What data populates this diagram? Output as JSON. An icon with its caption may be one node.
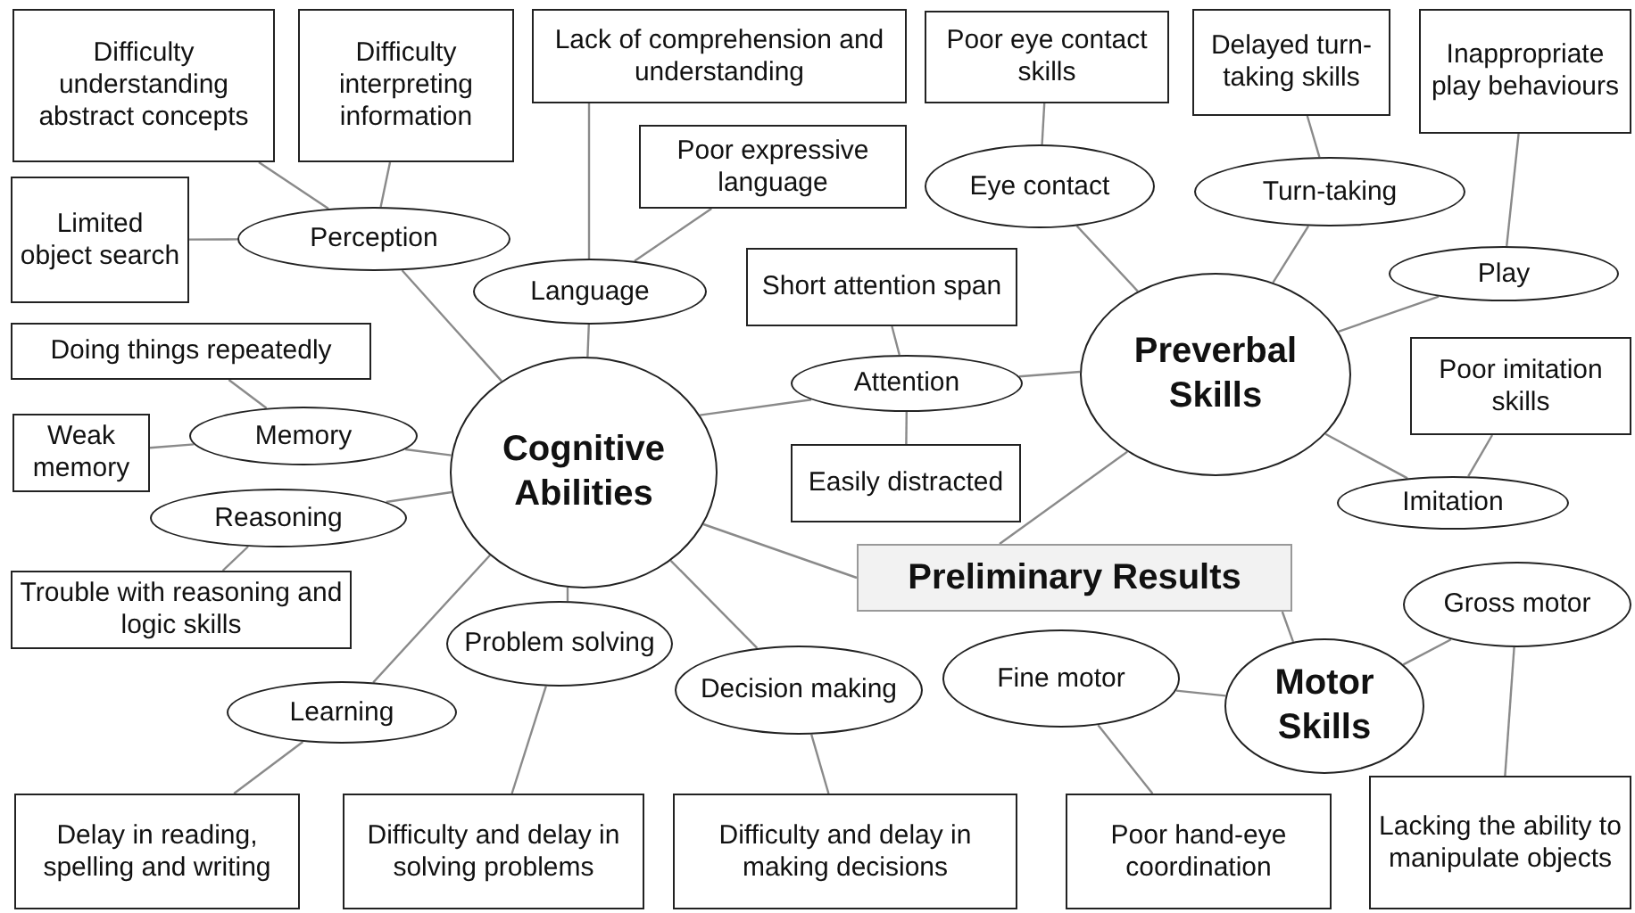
{
  "diagram": {
    "nodes": [
      {
        "text": [
          "Preliminary Results"
        ]
      },
      {
        "text": [
          "Cognitive Abilities"
        ]
      },
      {
        "text": [
          "Preverbal Skills"
        ]
      },
      {
        "text": [
          "Motor Skills"
        ]
      },
      {
        "text": [
          "Perception"
        ]
      },
      {
        "text": [
          "Difficulty understanding abstract concepts"
        ]
      },
      {
        "text": [
          "Difficulty interpreting information"
        ]
      },
      {
        "text": [
          "Limited object search"
        ]
      },
      {
        "text": [
          "Language"
        ]
      },
      {
        "text": [
          "Lack of comprehension and understanding"
        ]
      },
      {
        "text": [
          "Poor expressive language"
        ]
      },
      {
        "text": [
          "Memory"
        ]
      },
      {
        "text": [
          "Doing things repeatedly"
        ]
      },
      {
        "text": [
          "Weak memory"
        ]
      },
      {
        "text": [
          "Reasoning"
        ]
      },
      {
        "text": [
          "Trouble with reasoning and logic skills"
        ]
      },
      {
        "text": [
          "Attention"
        ]
      },
      {
        "text": [
          "Short attention span"
        ]
      },
      {
        "text": [
          "Easily distracted"
        ]
      },
      {
        "text": [
          "Problem solving"
        ]
      },
      {
        "text": [
          "Difficulty and delay in solving problems"
        ]
      },
      {
        "text": [
          "Learning"
        ]
      },
      {
        "text": [
          "Delay in reading, spelling and writing"
        ]
      },
      {
        "text": [
          "Decision making"
        ]
      },
      {
        "text": [
          "Difficulty and delay in making decisions"
        ]
      },
      {
        "text": [
          "Eye contact"
        ]
      },
      {
        "text": [
          "Poor eye contact skills"
        ]
      },
      {
        "text": [
          "Turn-taking"
        ]
      },
      {
        "text": [
          "Delayed turn-taking skills"
        ]
      },
      {
        "text": [
          "Play"
        ]
      },
      {
        "text": [
          "Inappropriate play behaviours"
        ]
      },
      {
        "text": [
          "Imitation"
        ]
      },
      {
        "text": [
          "Poor imitation skills"
        ]
      },
      {
        "text": [
          "Fine motor"
        ]
      },
      {
        "text": [
          "Poor hand-eye coordination"
        ]
      },
      {
        "text": [
          "Gross motor"
        ]
      },
      {
        "text": [
          "Lacking the ability to manipulate objects"
        ]
      }
    ],
    "edges": [
      {
        "from": 1,
        "to": 0,
        "arrow": "none"
      },
      {
        "from": 0,
        "to": 2,
        "arrow": "none"
      },
      {
        "from": 0,
        "to": 3,
        "arrow": "none"
      },
      {
        "from": 1,
        "to": 4,
        "arrow": "none"
      },
      {
        "from": 4,
        "to": 5,
        "arrow": "none"
      },
      {
        "from": 4,
        "to": 6,
        "arrow": "none"
      },
      {
        "from": 4,
        "to": 7,
        "arrow": "none"
      },
      {
        "from": 1,
        "to": 8,
        "arrow": "none"
      },
      {
        "from": 8,
        "to": 9,
        "arrow": "none"
      },
      {
        "from": 8,
        "to": 10,
        "arrow": "none"
      },
      {
        "from": 1,
        "to": 11,
        "arrow": "none"
      },
      {
        "from": 11,
        "to": 12,
        "arrow": "none"
      },
      {
        "from": 11,
        "to": 13,
        "arrow": "none"
      },
      {
        "from": 1,
        "to": 14,
        "arrow": "none"
      },
      {
        "from": 14,
        "to": 15,
        "arrow": "none"
      },
      {
        "from": 1,
        "to": 16,
        "arrow": "none"
      },
      {
        "from": 2,
        "to": 16,
        "arrow": "none"
      },
      {
        "from": 16,
        "to": 17,
        "arrow": "none"
      },
      {
        "from": 16,
        "to": 18,
        "arrow": "none"
      },
      {
        "from": 1,
        "to": 19,
        "arrow": "none"
      },
      {
        "from": 19,
        "to": 20,
        "arrow": "none"
      },
      {
        "from": 1,
        "to": 21,
        "arrow": "none"
      },
      {
        "from": 21,
        "to": 22,
        "arrow": "none"
      },
      {
        "from": 1,
        "to": 23,
        "arrow": "none"
      },
      {
        "from": 23,
        "to": 24,
        "arrow": "none"
      },
      {
        "from": 2,
        "to": 25,
        "arrow": "none"
      },
      {
        "from": 25,
        "to": 26,
        "arrow": "none"
      },
      {
        "from": 2,
        "to": 27,
        "arrow": "none"
      },
      {
        "from": 27,
        "to": 28,
        "arrow": "none"
      },
      {
        "from": 2,
        "to": 29,
        "arrow": "none"
      },
      {
        "from": 29,
        "to": 30,
        "arrow": "none"
      },
      {
        "from": 2,
        "to": 31,
        "arrow": "none"
      },
      {
        "from": 31,
        "to": 32,
        "arrow": "none"
      },
      {
        "from": 3,
        "to": 33,
        "arrow": "none"
      },
      {
        "from": 33,
        "to": 34,
        "arrow": "none"
      },
      {
        "from": 3,
        "to": 35,
        "arrow": "none"
      },
      {
        "from": 35,
        "to": 36,
        "arrow": "none"
      }
    ]
  }
}
